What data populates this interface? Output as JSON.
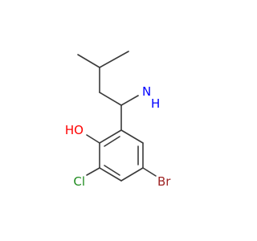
{
  "molecule": {
    "atoms": {
      "oh": "HO",
      "nh2_n": "N",
      "nh2_h": "H",
      "cl": "Cl",
      "br": "Br"
    },
    "colors": {
      "bond": "#3a3a3a",
      "oxygen": "#ff0000",
      "nitrogen": "#0000ff",
      "chlorine": "#1f8c1f",
      "bromine": "#9e2424"
    }
  }
}
